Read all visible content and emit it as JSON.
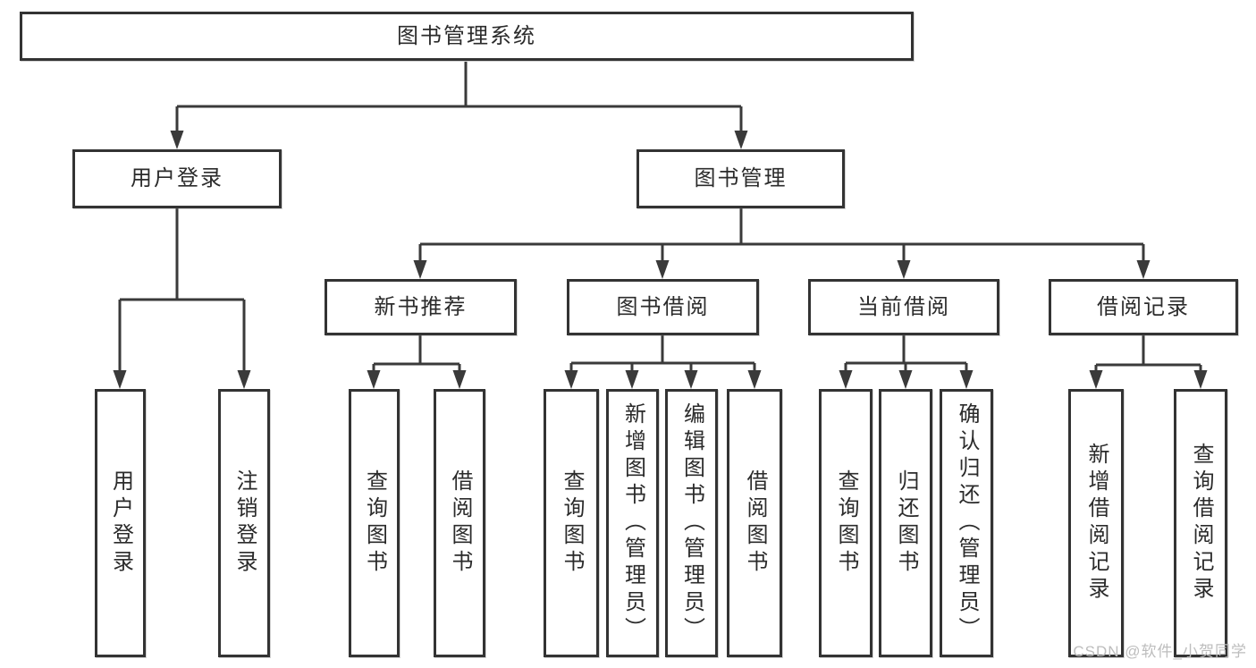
{
  "diagram": {
    "title": "图书管理系统",
    "watermark": "CSDN @软件_小贺同学",
    "colors": {
      "line": "#3a3a3a",
      "box_border": "#333333",
      "text": "#2b2b2b",
      "background": "#ffffff",
      "watermark": "#bdbdbd"
    },
    "nodes": [
      {
        "id": "root",
        "label": "图书管理系统",
        "level": 1
      },
      {
        "id": "user-login",
        "label": "用户登录",
        "level": 2
      },
      {
        "id": "book-mgmt",
        "label": "图书管理",
        "level": 2
      },
      {
        "id": "new-book-recommend",
        "label": "新书推荐",
        "level": 3
      },
      {
        "id": "book-borrow",
        "label": "图书借阅",
        "level": 3
      },
      {
        "id": "current-borrow",
        "label": "当前借阅",
        "level": 3
      },
      {
        "id": "borrow-records",
        "label": "借阅记录",
        "level": 3
      },
      {
        "id": "leaf-user-login",
        "label": "用户登录",
        "level": 4
      },
      {
        "id": "leaf-logout",
        "label": "注销登录",
        "level": 4
      },
      {
        "id": "leaf-query-book-1",
        "label": "查询图书",
        "level": 4
      },
      {
        "id": "leaf-borrow-book-1",
        "label": "借阅图书",
        "level": 4
      },
      {
        "id": "leaf-query-book-2",
        "label": "查询图书",
        "level": 4
      },
      {
        "id": "leaf-add-book",
        "label": "新增图书（管理员）",
        "level": 4
      },
      {
        "id": "leaf-edit-book",
        "label": "编辑图书（管理员）",
        "level": 4
      },
      {
        "id": "leaf-borrow-book-2",
        "label": "借阅图书",
        "level": 4
      },
      {
        "id": "leaf-query-book-3",
        "label": "查询图书",
        "level": 4
      },
      {
        "id": "leaf-return-book",
        "label": "归还图书",
        "level": 4
      },
      {
        "id": "leaf-confirm-return",
        "label": "确认归还（管理员）",
        "level": 4
      },
      {
        "id": "leaf-add-borrow-record",
        "label": "新增借阅记录",
        "level": 4
      },
      {
        "id": "leaf-query-borrow-record",
        "label": "查询借阅记录",
        "level": 4
      }
    ],
    "edges": [
      [
        "root",
        "user-login"
      ],
      [
        "root",
        "book-mgmt"
      ],
      [
        "user-login",
        "leaf-user-login"
      ],
      [
        "user-login",
        "leaf-logout"
      ],
      [
        "book-mgmt",
        "new-book-recommend"
      ],
      [
        "book-mgmt",
        "book-borrow"
      ],
      [
        "book-mgmt",
        "current-borrow"
      ],
      [
        "book-mgmt",
        "borrow-records"
      ],
      [
        "new-book-recommend",
        "leaf-query-book-1"
      ],
      [
        "new-book-recommend",
        "leaf-borrow-book-1"
      ],
      [
        "book-borrow",
        "leaf-query-book-2"
      ],
      [
        "book-borrow",
        "leaf-add-book"
      ],
      [
        "book-borrow",
        "leaf-edit-book"
      ],
      [
        "book-borrow",
        "leaf-borrow-book-2"
      ],
      [
        "current-borrow",
        "leaf-query-book-3"
      ],
      [
        "current-borrow",
        "leaf-return-book"
      ],
      [
        "current-borrow",
        "leaf-confirm-return"
      ],
      [
        "borrow-records",
        "leaf-add-borrow-record"
      ],
      [
        "borrow-records",
        "leaf-query-borrow-record"
      ]
    ]
  }
}
